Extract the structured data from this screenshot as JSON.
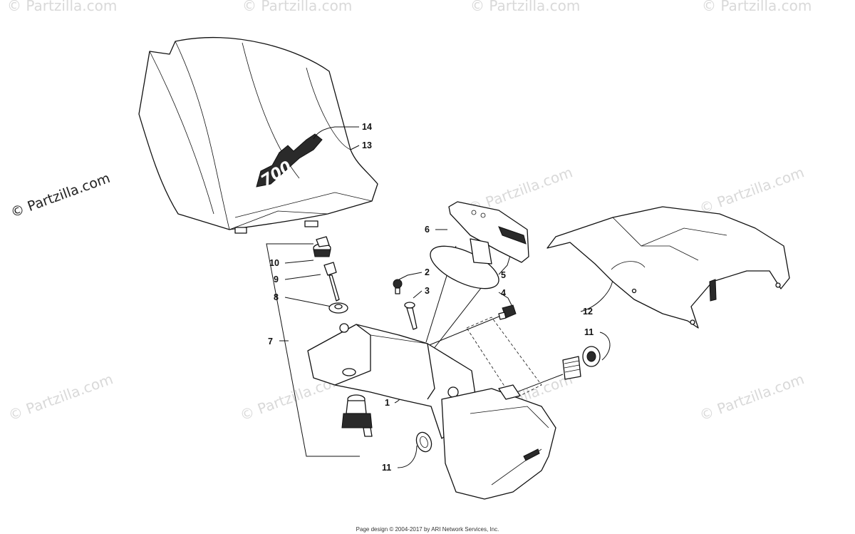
{
  "watermark": {
    "main": "© Partzilla.com",
    "faint": "© Partzilla.com"
  },
  "callouts": {
    "c1": "1",
    "c2": "2",
    "c3": "3",
    "c4": "4",
    "c5": "5",
    "c6": "6",
    "c7": "7",
    "c8": "8",
    "c9": "9",
    "c10": "10",
    "c11a": "11",
    "c11b": "11",
    "c12": "12",
    "c13": "13",
    "c14": "14"
  },
  "decal_text": "700",
  "footer": "Page design © 2004-2017 by ARI Network Services, Inc."
}
